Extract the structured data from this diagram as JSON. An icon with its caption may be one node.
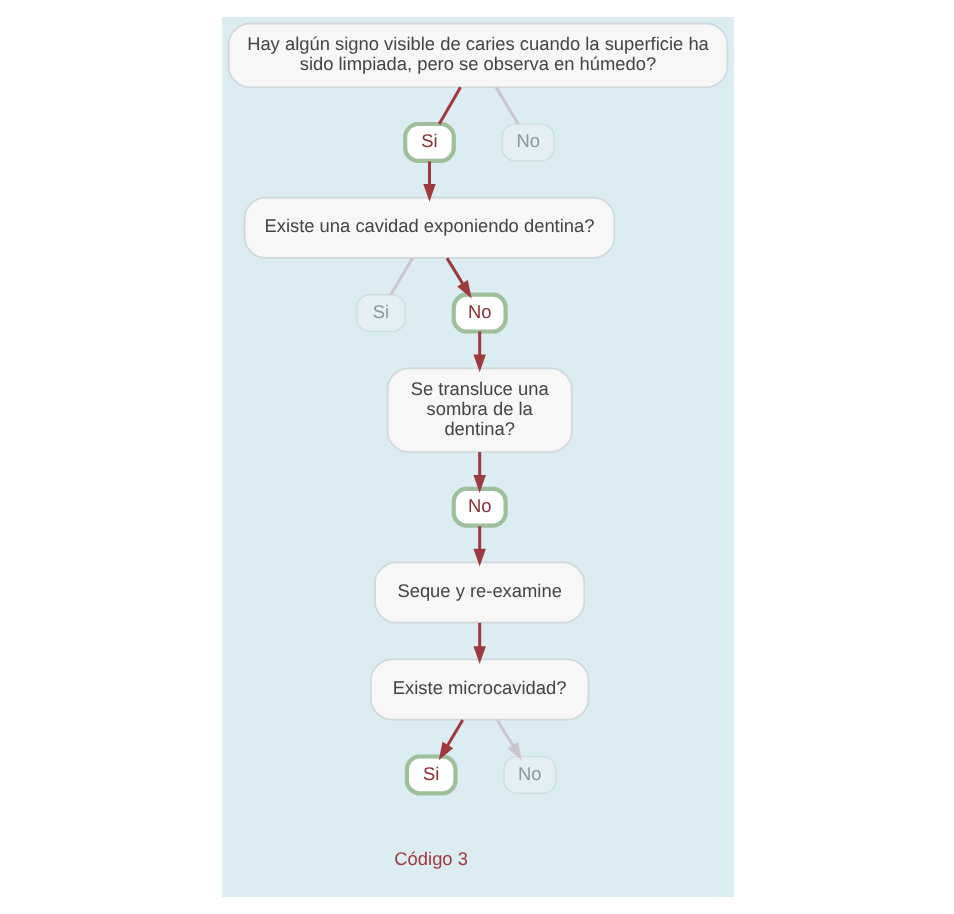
{
  "diagram": {
    "nodes": [
      {
        "text": [
          "Hay algún signo visible de caries cuando la superficie ha sido limpiada, pero se observa en húmedo?"
        ]
      },
      {
        "text": [
          "Si"
        ]
      },
      {
        "text": [
          "No"
        ]
      },
      {
        "text": [
          "Existe una cavidad exponiendo dentina?"
        ]
      },
      {
        "text": [
          "Si"
        ]
      },
      {
        "text": [
          "No"
        ]
      },
      {
        "text": [
          "Se transluce una sombra de la dentina?"
        ]
      },
      {
        "text": [
          "No"
        ]
      },
      {
        "text": [
          "Seque y re-examine"
        ]
      },
      {
        "text": [
          "Existe microcavidad?"
        ]
      },
      {
        "text": [
          "Si"
        ]
      },
      {
        "text": [
          "No"
        ]
      }
    ],
    "edges": [
      {
        "from": 0,
        "to": 1,
        "arrow": "none"
      },
      {
        "from": 0,
        "to": 2,
        "arrow": "none",
        "color": "#cbc5cf"
      },
      {
        "from": 1,
        "to": 3,
        "arrow": "to"
      },
      {
        "from": 3,
        "to": 4,
        "arrow": "none",
        "color": "#cbc5cf"
      },
      {
        "from": 3,
        "to": 5,
        "arrow": "to"
      },
      {
        "from": 5,
        "to": 6,
        "arrow": "to"
      },
      {
        "from": 6,
        "to": 7,
        "arrow": "to"
      },
      {
        "from": 7,
        "to": 8,
        "arrow": "to"
      },
      {
        "from": 8,
        "to": 9,
        "arrow": "to"
      },
      {
        "from": 9,
        "to": 10,
        "arrow": "to"
      },
      {
        "from": 9,
        "to": 11,
        "arrow": "to",
        "color": "#cbc5cf"
      }
    ],
    "labels": [
      "Código 3"
    ]
  }
}
